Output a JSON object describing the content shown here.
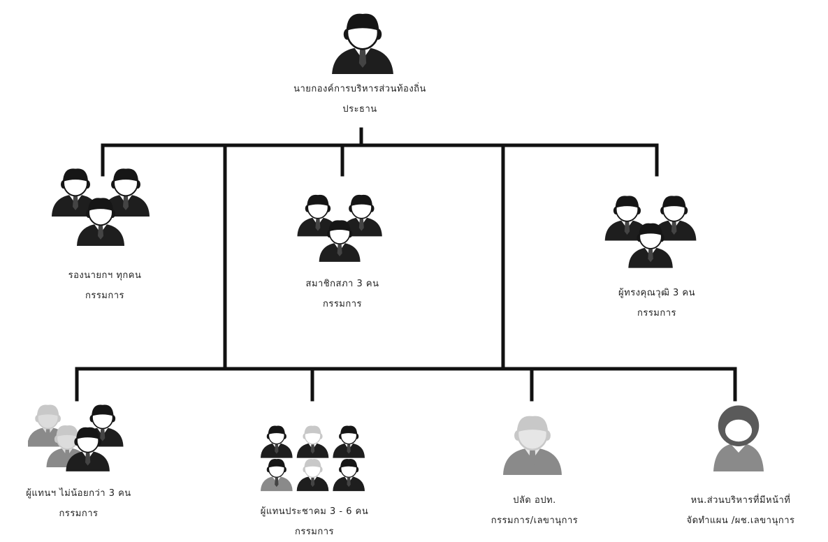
{
  "diagram": {
    "colors": {
      "line": "#111111",
      "suit": "#1e1e1e",
      "face": "#ffffff",
      "hair": "#161616",
      "tie": "#444444",
      "gray_person": "#8a8a8a",
      "faded_person": "#c8c8c8",
      "round_head": "#5a5a5a"
    },
    "nodes": {
      "president": {
        "icon": "person-icon",
        "line1": "นายกองค์การบริหารส่วนท้องถิ่น",
        "line2": "ประธาน"
      },
      "deputies": {
        "icon": "group-three-icon",
        "line1": "รองนายกฯ ทุกคน",
        "line2": "กรรมการ"
      },
      "council_members": {
        "icon": "group-three-icon",
        "line1": "สมาชิกสภา 3 คน",
        "line2": "กรรมการ"
      },
      "experts": {
        "icon": "group-three-icon",
        "line1": "ผู้ทรงคุณวุฒิ 3 คน",
        "line2": "กรรมการ"
      },
      "community_leaders": {
        "icon": "group-crowd-icon",
        "line1": "ผู้แทนฯ ไม่น้อยกว่า 3 คน",
        "line2": "กรรมการ"
      },
      "citizen_reps": {
        "icon": "group-six-icon",
        "line1": "ผู้แทนประชาคม 3 - 6 คน",
        "line2": "กรรมการ"
      },
      "chief_officer": {
        "icon": "person-faded-icon",
        "line1": "ปลัด อปท.",
        "line2": "กรรมการ/เลขานุการ"
      },
      "planning_head": {
        "icon": "person-round-icon",
        "line1": "หน.ส่วนบริหารที่มีหน้าที่",
        "line2": "จัดทำแผน /ผช.เลขานุการ"
      }
    }
  }
}
